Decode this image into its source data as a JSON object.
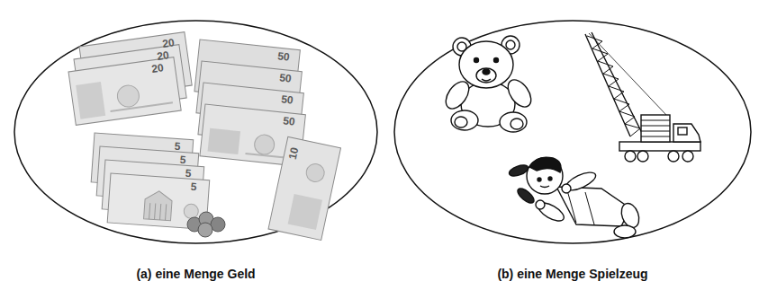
{
  "diagram": {
    "nodes": [
      {
        "text": [
          "(a) eine Menge Geld"
        ]
      },
      {
        "text": [
          "(b) eine Menge Spielzeug"
        ]
      }
    ],
    "labels": [
      "20",
      "20",
      "20",
      "50",
      "50",
      "50",
      "50",
      "5",
      "5",
      "5",
      "5",
      "10"
    ]
  }
}
